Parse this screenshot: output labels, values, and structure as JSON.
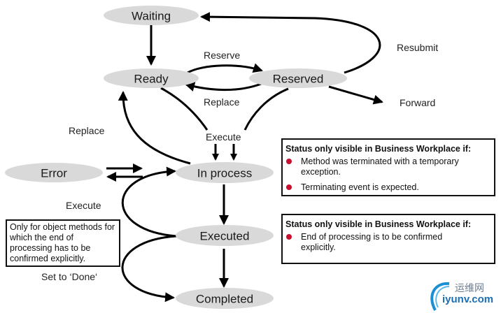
{
  "diagram": {
    "title": "Work item status transitions",
    "states": [
      {
        "id": "waiting",
        "label": "Waiting"
      },
      {
        "id": "ready",
        "label": "Ready"
      },
      {
        "id": "reserved",
        "label": "Reserved"
      },
      {
        "id": "error",
        "label": "Error"
      },
      {
        "id": "in_process",
        "label": "In process"
      },
      {
        "id": "executed",
        "label": "Executed"
      },
      {
        "id": "completed",
        "label": "Completed"
      }
    ],
    "transitions": [
      {
        "from": "waiting",
        "to": "ready",
        "label": ""
      },
      {
        "from": "ready",
        "to": "reserved",
        "label": "Reserve"
      },
      {
        "from": "reserved",
        "to": "ready",
        "label": "Replace"
      },
      {
        "from": "reserved",
        "to": "waiting",
        "label": "Resubmit"
      },
      {
        "from": "reserved",
        "to": "forward",
        "label": "Forward"
      },
      {
        "from": "ready",
        "to": "in_process",
        "label": "Execute"
      },
      {
        "from": "reserved",
        "to": "in_process",
        "label": "Execute"
      },
      {
        "from": "in_process",
        "to": "ready",
        "label": "Replace"
      },
      {
        "from": "error",
        "to": "in_process",
        "label": ""
      },
      {
        "from": "in_process",
        "to": "error",
        "label": ""
      },
      {
        "from": "in_process",
        "to": "executed",
        "label": ""
      },
      {
        "from": "executed",
        "to": "in_process",
        "label": "Execute"
      },
      {
        "from": "executed",
        "to": "completed",
        "label": ""
      },
      {
        "from": "executed",
        "to": "completed",
        "label": "Set to 'Done'"
      }
    ],
    "edge_labels": {
      "reserve": "Reserve",
      "replace_top": "Replace",
      "resubmit": "Resubmit",
      "forward": "Forward",
      "replace_left": "Replace",
      "execute_top": "Execute",
      "execute_left": "Execute",
      "set_done": "Set to ‘Done‘"
    }
  },
  "info_boxes": [
    {
      "title": "Status only visible in Business Workplace if:",
      "items": [
        "Method was terminated with a temporary exception.",
        "Terminating event is expected."
      ]
    },
    {
      "title": "Status only visible in Business Workplace if:",
      "items": [
        "End of processing is to be confirmed explicitly."
      ]
    }
  ],
  "note": "Only for object methods for which the end of processing has to be confirmed explicitly.",
  "watermark": {
    "cn": "运维网",
    "en": "iyunv.com"
  },
  "colors": {
    "node_fill": "#d9d9d9",
    "bullet": "#c8102e",
    "stroke": "#000000"
  }
}
